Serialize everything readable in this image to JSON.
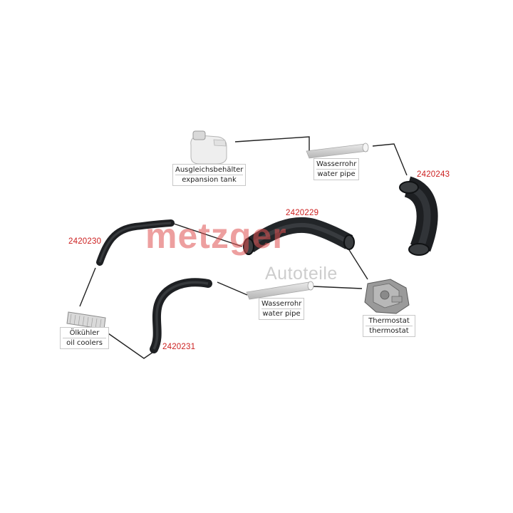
{
  "labels": {
    "expansion_tank": {
      "de": "Ausgleichsbehälter",
      "en": "expansion tank"
    },
    "water_pipe_top": {
      "de": "Wasserrohr",
      "en": "water pipe"
    },
    "water_pipe_mid": {
      "de": "Wasserrohr",
      "en": "water pipe"
    },
    "thermostat": {
      "de": "Thermostat",
      "en": "thermostat"
    },
    "oil_cooler": {
      "de": "Ölkühler",
      "en": "oil coolers"
    }
  },
  "part_numbers": {
    "p2420243": "2420243",
    "p2420229": "2420229",
    "p2420230": "2420230",
    "p2420231": "2420231"
  },
  "watermark": {
    "logo": "metzger",
    "sub": "Autoteile"
  },
  "colors": {
    "part_number": "#cc1f1f",
    "hose": "#2b2e31",
    "watermark": "#e05252"
  }
}
